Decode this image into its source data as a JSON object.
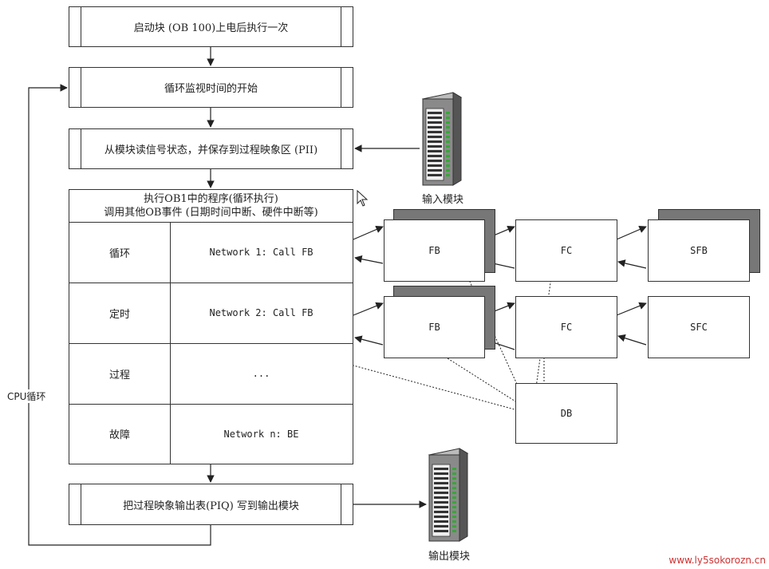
{
  "steps": {
    "startup": "启动块 (OB 100)上电后执行一次",
    "cycle_start": "循环监视时间的开始",
    "read_inputs": "从模块读信号状态，并保存到过程映象区 (PII)",
    "write_outputs": "把过程映象输出表(PIQ) 写到输出模块"
  },
  "ob1": {
    "header_line1": "执行OB1中的程序(循环执行)",
    "header_line2": "调用其他OB事件 (日期时间中断、硬件中断等)",
    "rows": [
      {
        "label": "循环",
        "content": "Network 1: Call FB"
      },
      {
        "label": "定时",
        "content": "Network 2: Call FB"
      },
      {
        "label": "过程",
        "content": "..."
      },
      {
        "label": "故障",
        "content": "Network n: BE"
      }
    ]
  },
  "blocks": {
    "fb1": "FB",
    "fc1": "FC",
    "sfb": "SFB",
    "fb2": "FB",
    "fc2": "FC",
    "sfc": "SFC",
    "db": "DB"
  },
  "labels": {
    "input_module": "输入模块",
    "output_module": "输出模块",
    "cpu_cycle": "CPU循环"
  },
  "watermark": "www.ly5sokorozn.cn",
  "colors": {
    "line": "#222222",
    "shadow": "#777777",
    "watermark": "#cc3333"
  }
}
